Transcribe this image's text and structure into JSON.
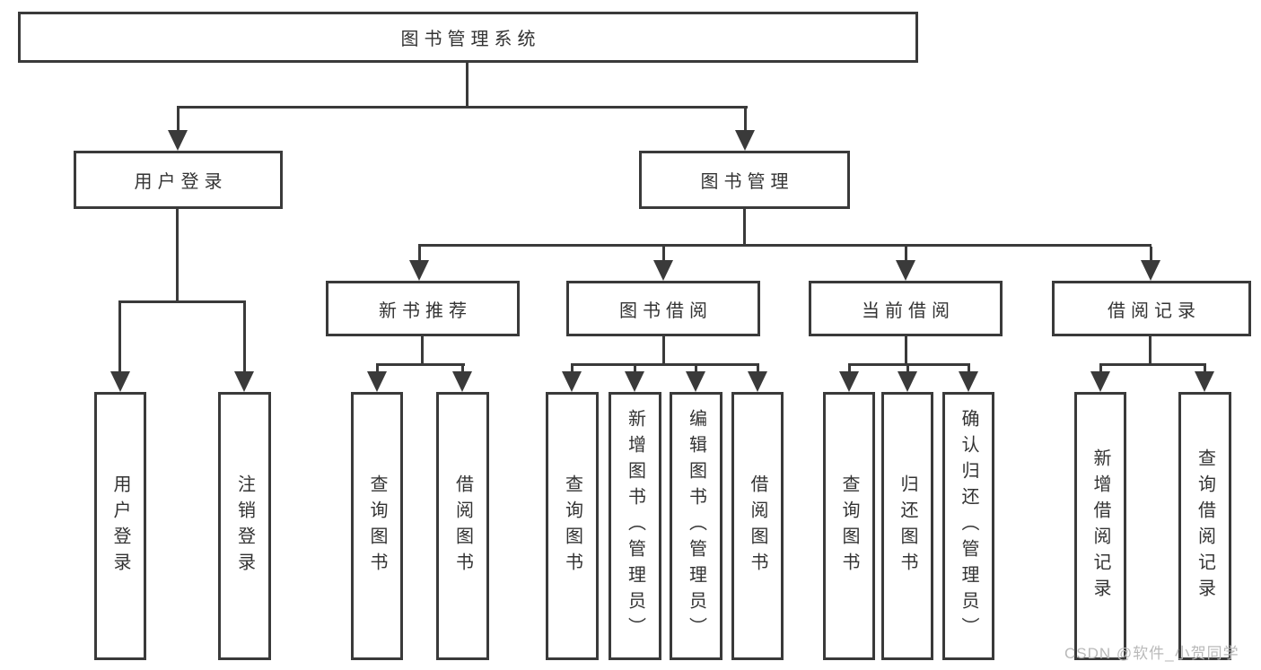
{
  "diagram": {
    "type": "hierarchy-tree",
    "title": "图书管理系统"
  },
  "tree": {
    "root": {
      "label": "图书管理系统"
    },
    "branches": [
      {
        "label": "用户登录",
        "children": [
          {
            "label": "用户登录"
          },
          {
            "label": "注销登录"
          }
        ]
      },
      {
        "label": "图书管理",
        "children": [
          {
            "label": "新书推荐",
            "children": [
              {
                "label": "查询图书"
              },
              {
                "label": "借阅图书"
              }
            ]
          },
          {
            "label": "图书借阅",
            "children": [
              {
                "label": "查询图书"
              },
              {
                "label": "新增图书（管理员）"
              },
              {
                "label": "编辑图书（管理员）"
              },
              {
                "label": "借阅图书"
              }
            ]
          },
          {
            "label": "当前借阅",
            "children": [
              {
                "label": "查询图书"
              },
              {
                "label": "归还图书"
              },
              {
                "label": "确认归还（管理员）"
              }
            ]
          },
          {
            "label": "借阅记录",
            "children": [
              {
                "label": "新增借阅记录"
              },
              {
                "label": "查询借阅记录"
              }
            ]
          }
        ]
      }
    ]
  },
  "watermark": {
    "text": "CSDN @软件_小贺同学"
  },
  "colors": {
    "line": "#3a3a3a",
    "node_text": "#333333",
    "watermark_text": "#b9b9b9",
    "background": "#ffffff"
  }
}
